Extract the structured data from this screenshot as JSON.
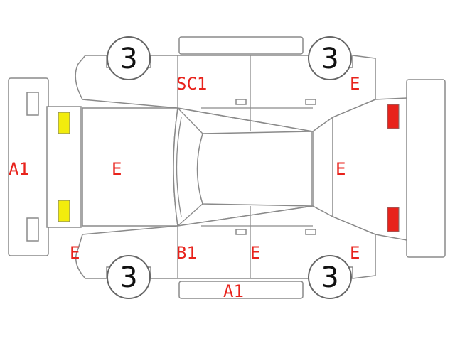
{
  "colors": {
    "code": "#e8231c",
    "front_lamp": "#f2ec0d",
    "rear_lamp": "#e8231c",
    "outline": "#8a8a8a"
  },
  "wheels": {
    "front_left": "3",
    "rear_left": "3",
    "front_right": "3",
    "rear_right": "3"
  },
  "codes": {
    "front_bumper": "A1",
    "roof_front_left": "SC1",
    "rear_left_quarter": "E",
    "hood": "E",
    "trunk": "E",
    "front_right_fender": "E",
    "pillar_right": "B1",
    "right_front_door": "E",
    "rear_right_quarter": "E",
    "right_side_sill": "A1"
  }
}
